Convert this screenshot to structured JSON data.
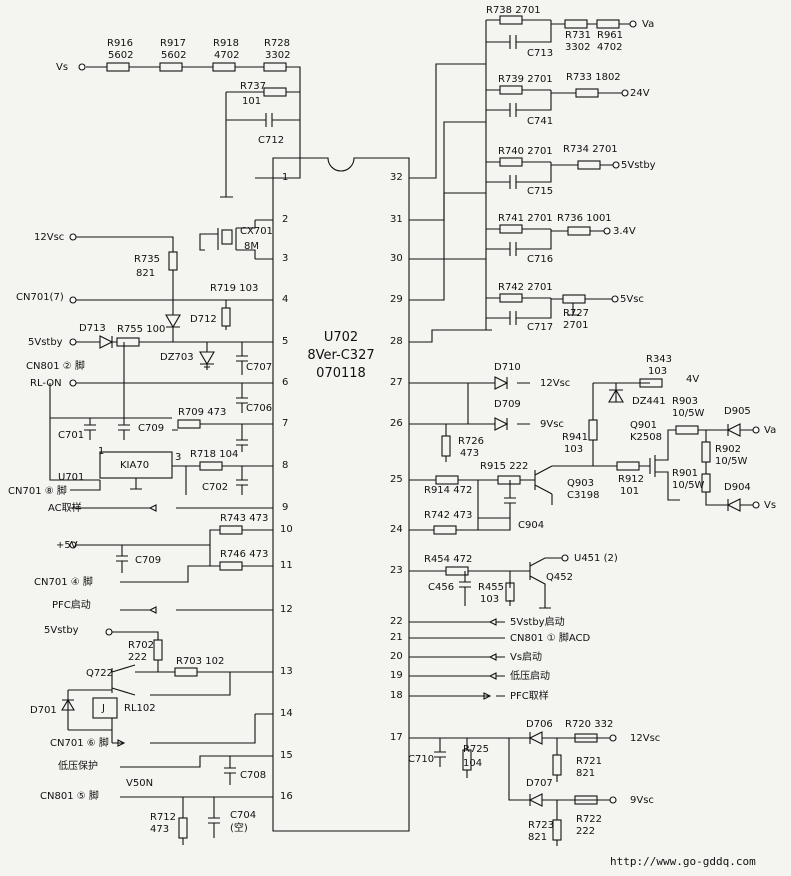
{
  "ic": {
    "name": "U702",
    "part": "8Ver-C327",
    "date": "070118"
  },
  "left_pins": [
    "1",
    "2",
    "3",
    "4",
    "5",
    "6",
    "7",
    "8",
    "9",
    "10",
    "11",
    "12",
    "13",
    "14",
    "15",
    "16"
  ],
  "right_pins": [
    "32",
    "31",
    "30",
    "29",
    "28",
    "27",
    "26",
    "25",
    "24",
    "23",
    "22",
    "21",
    "20",
    "19",
    "18",
    "17"
  ],
  "labels": {
    "vs": "Vs",
    "va": "Va",
    "v24": "24V",
    "v5stby": "5Vstby",
    "v34": "3.4V",
    "v5vsc": "5Vsc",
    "r916": "R916",
    "v5602a": "5602",
    "r917": "R917",
    "v5602b": "5602",
    "r918": "R918",
    "v4702a": "4702",
    "r728": "R728",
    "v3302a": "3302",
    "r737": "R737",
    "v101a": "101",
    "c712": "C712",
    "r738": "R738 2701",
    "r731": "R731",
    "v3302b": "3302",
    "r961": "R961",
    "v4702b": "4702",
    "c713": "C713",
    "r739": "R739 2701",
    "r733": "R733 1802",
    "c741": "C741",
    "r740": "R740 2701",
    "r734": "R734 2701",
    "c715": "C715",
    "r741": "R741 2701",
    "r736": "R736 1001",
    "c716": "C716",
    "r742t": "R742 2701",
    "r727": "R727",
    "v2701": "2701",
    "c717": "C717",
    "v12vsc_in": "12Vsc",
    "cx701": "CX701",
    "m8": "8M",
    "r735": "R735",
    "v821": "821",
    "cn701_7": "CN701(7)",
    "r719": "R719 103",
    "d712": "D712",
    "v5vstby_l": "5Vstby",
    "d713": "D713",
    "r755": "R755 100",
    "dz703": "DZ703",
    "c707": "C707",
    "cn801_2": "CN801 ② 脚",
    "rl_on": "RL-ON",
    "c706": "C706",
    "c701": "C701",
    "c709a": "C709",
    "r709": "R709 473",
    "u701": "U701",
    "kia70": "KIA70",
    "n1": "1",
    "n3": "3",
    "r718": "R718 104",
    "c702": "C702",
    "cn701_8": "CN701 ⑧ 脚",
    "ac_sample": "AC取样",
    "r743": "R743 473",
    "p5v": "+5V",
    "c709b": "C709",
    "r746": "R746 473",
    "cn701_4": "CN701 ④ 脚",
    "pfc_start": "PFC启动",
    "v5vstby_b": "5Vstby",
    "r702": "R702",
    "v222a": "222",
    "q722": "Q722",
    "r703": "R703 102",
    "d701": "D701",
    "relay": "J",
    "rl102": "RL102",
    "cn701_6": "CN701 ⑥ 脚",
    "low_prot": "低压保护",
    "c708": "C708",
    "v50n": "V50N",
    "cn801_5": "CN801 ⑤ 脚",
    "r712": "R712",
    "v473a": "473",
    "c704": "C704",
    "empty": "(空)",
    "d710": "D710",
    "v12vsc_r": "12Vsc",
    "d709": "D709",
    "v9vsc_r": "9Vsc",
    "r726": "R726",
    "v473b": "473",
    "r343": "R343",
    "v103a": "103",
    "v4v": "4V",
    "dz441": "DZ441",
    "r941": "R941",
    "v103b": "103",
    "q901": "Q901",
    "k2508": "K2508",
    "r903": "R903",
    "r903v": "10/5W",
    "d905": "D905",
    "va2": "Va",
    "r902": "R902",
    "r902v": "10/5W",
    "r901": "R901",
    "r901v": "10/5W",
    "d904": "D904",
    "vs2": "Vs",
    "r915": "R915 222",
    "r914": "R914 472",
    "r912": "R912",
    "v101b": "101",
    "q903": "Q903",
    "c3198": "C3198",
    "r742b": "R742 473",
    "c904": "C904",
    "r454": "R454 472",
    "c456": "C456",
    "r455": "R455",
    "v103c": "103",
    "q452": "Q452",
    "u451": "U451 (2)",
    "s22": "5Vstby启动",
    "s21": "CN801 ① 脚ACD",
    "s20": "Vs启动",
    "s19": "低压启动",
    "s18": "PFC取样",
    "d706": "D706",
    "r720": "R720 332",
    "v12vsc_b": "12Vsc",
    "c710": "C710",
    "r725": "R725",
    "v104": "104",
    "r721": "R721",
    "v821b": "821",
    "d707": "D707",
    "r722": "R722",
    "v222b": "222",
    "v9vsc_b": "9Vsc",
    "r723": "R723",
    "v821c": "821",
    "url": "http://www.go-gddq.com"
  }
}
